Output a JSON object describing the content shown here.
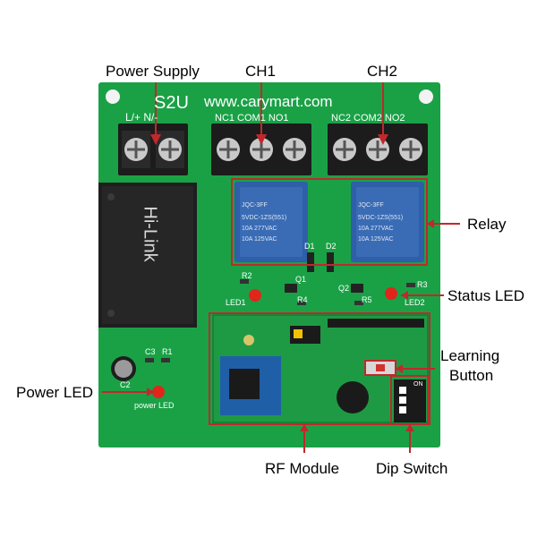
{
  "board": {
    "model": "S2U",
    "website": "www.carymart.com",
    "power_terminals": "L/+ N/-",
    "ch1_terminals": "NC1 COM1 NO1",
    "ch2_terminals": "NC2 COM2 NO2",
    "led1": "LED1",
    "led2": "LED2",
    "power_led_silk": "power LED",
    "d1": "D1",
    "d2": "D2",
    "q1": "Q1",
    "q2": "Q2",
    "r2": "R2",
    "r3": "R3",
    "r4": "R4",
    "r5": "R5",
    "c2": "C2",
    "c3": "C3",
    "r1": "R1",
    "relay_brand": "JQC-3FF",
    "relay_spec_1": "5VDC-1ZS(551)",
    "relay_spec_2": "10A 277VAC",
    "relay_spec_3": "10A 125VAC",
    "psu_brand": "Hi-Link",
    "dip_label": "ON"
  },
  "callouts": {
    "power_supply": "Power Supply",
    "ch1": "CH1",
    "ch2": "CH2",
    "relay": "Relay",
    "status_led": "Status LED",
    "learning_button_1": "Learning",
    "learning_button_2": "Button",
    "power_led": "Power LED",
    "rf_module": "RF Module",
    "dip_switch": "Dip Switch"
  },
  "colors": {
    "pcb": "#1aa146",
    "callout_box": "#c0282c",
    "led": "#e0261b",
    "relay": "#2f5fa8",
    "terminal": "#1c1c1c",
    "psu": "#1e1e1e"
  }
}
